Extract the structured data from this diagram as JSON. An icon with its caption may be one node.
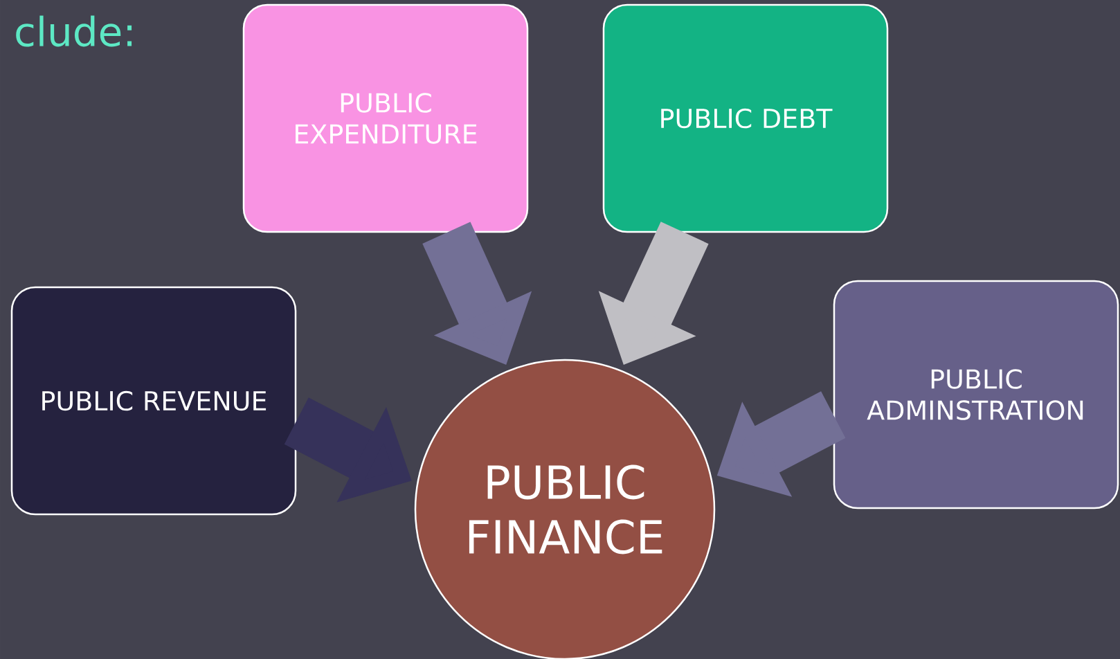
{
  "diagram": {
    "title": "clude:",
    "nodes": [
      {
        "text": [
          "PUBLIC EXPENDITURE"
        ]
      },
      {
        "text": [
          "PUBLIC DEBT"
        ]
      },
      {
        "text": [
          "PUBLIC REVENUE"
        ]
      },
      {
        "text": [
          "PUBLIC ADMINSTRATION"
        ]
      },
      {
        "text": [
          "PUBLIC FINANCE"
        ]
      }
    ],
    "edges": [
      {
        "from": 0,
        "to": 4,
        "arrow": "to"
      },
      {
        "from": 1,
        "to": 4,
        "arrow": "to",
        "color": "#c0bfc4"
      },
      {
        "from": 2,
        "to": 4,
        "arrow": "to",
        "color": "#36325a"
      },
      {
        "from": 3,
        "to": 4,
        "arrow": "to"
      }
    ]
  }
}
